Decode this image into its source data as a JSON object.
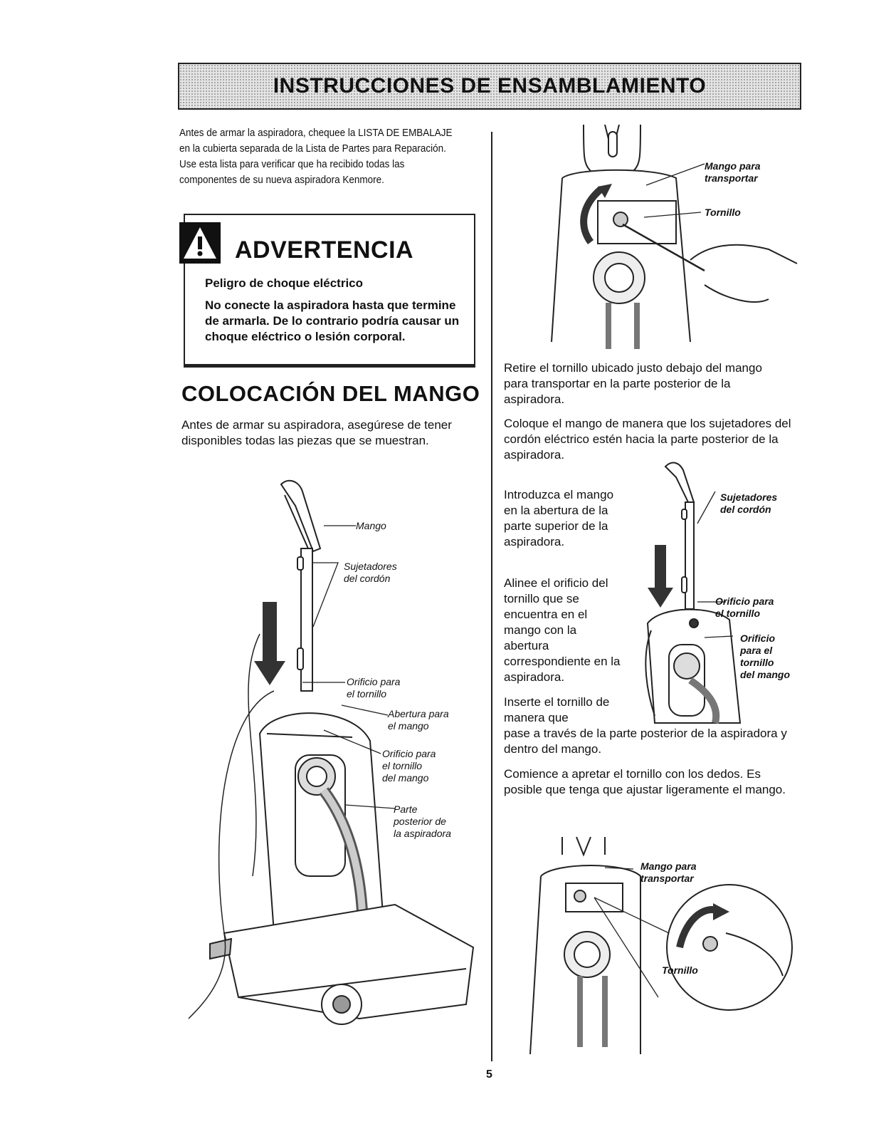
{
  "banner": {
    "title": "INSTRUCCIONES DE ENSAMBLAMIENTO"
  },
  "intro": {
    "text": "Antes de armar la aspiradora, chequee la LISTA DE EMBALAJE en la cubierta separada de la Lista de Partes para Reparación. Use esta lista para verificar que ha recibido todas las componentes de su nueva aspiradora Kenmore."
  },
  "warning": {
    "title": "ADVERTENCIA",
    "subtitle": "Peligro de choque eléctrico",
    "body": "No conecte la aspiradora hasta que termine de armarla. De lo contrario podría causar un choque eléctrico o lesión corporal."
  },
  "section": {
    "title": "COLOCACIÓN DEL MANGO",
    "intro": "Antes de armar su aspiradora, asegúrese de tener disponibles todas las piezas que se muestran."
  },
  "fig_left": {
    "labels": {
      "mango": "Mango",
      "sujetadores": "Sujetadores\ndel cordón",
      "orificio": "Orificio para\nel tornillo",
      "abertura": "Abertura para\nel mango",
      "orificio_mango": "Orificio para\nel tornillo\ndel mango",
      "parte": "Parte\nposterior de\nla aspiradora"
    }
  },
  "fig_top_right": {
    "labels": {
      "mango_transportar": "Mango para\ntransportar",
      "tornillo": "Tornillo"
    }
  },
  "right": {
    "p1": "Retire el tornillo ubicado justo debajo del mango para transportar en la parte posterior de la aspiradora.",
    "p2": "Coloque el mango de manera que los sujetadores del cordón eléctrico estén hacia la parte posterior de la aspiradora.",
    "p3": "Introduzca el mango en la abertura de la parte superior de la aspiradora.",
    "p4": "Alinee el orificio del tornillo que se encuentra en el mango con la abertura correspondiente en la aspiradora.",
    "p5a": "Inserte el tornillo de manera que",
    "p5b": "pase a través de la parte posterior de la aspiradora y dentro del mango.",
    "p6": "Comience a apretar el tornillo con los dedos. Es posible que tenga que ajustar ligeramente el mango."
  },
  "fig_mid_right": {
    "labels": {
      "sujetadores": "Sujetadores\ndel cordón",
      "orificio": "Orificio para\nel tornillo",
      "orificio_mango": "Orificio\npara el\ntornillo\ndel mango"
    }
  },
  "fig_bottom_right": {
    "labels": {
      "mango_transportar": "Mango para\ntransportar",
      "tornillo": "Tornillo"
    }
  },
  "page_number": "5"
}
